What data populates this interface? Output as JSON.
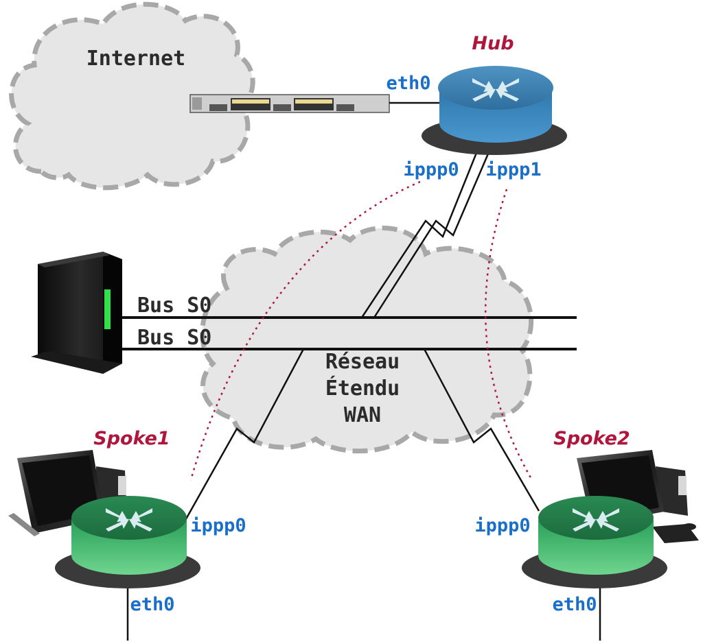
{
  "clouds": {
    "internet": "Internet",
    "wan_line1": "Réseau",
    "wan_line2": "Étendu",
    "wan_line3": "WAN"
  },
  "nodes": {
    "hub": "Hub",
    "spoke1": "Spoke1",
    "spoke2": "Spoke2"
  },
  "interfaces": {
    "hub_eth0": "eth0",
    "hub_ippp0": "ippp0",
    "hub_ippp1": "ippp1",
    "spoke1_ippp0": "ippp0",
    "spoke1_eth0": "eth0",
    "spoke2_ippp0": "ippp0",
    "spoke2_eth0": "eth0"
  },
  "buses": {
    "bus1": "Bus S0",
    "bus2": "Bus S0"
  },
  "colors": {
    "interface_label": "#1a6fc9",
    "node_label": "#b0163c",
    "hub_router": "#3a86b8",
    "spoke_router": "#2e9a5a",
    "cloud_fill": "#e6e6e6",
    "cloud_border": "#a8a8a8",
    "tunnel": "#b0163c"
  },
  "icons": {
    "hub_router": "router-icon",
    "spoke_router": "router-icon",
    "switch": "switch-icon",
    "server": "server-icon",
    "computer": "desktop-computer-icon"
  }
}
